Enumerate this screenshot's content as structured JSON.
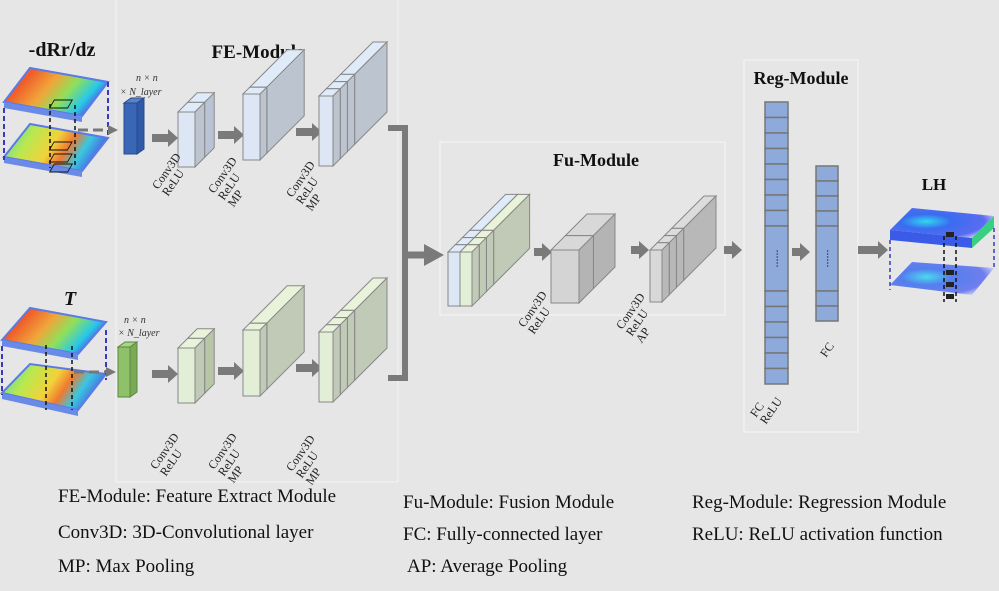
{
  "inputs": {
    "top": {
      "label": "-dRr/dz",
      "shape_label_line1": "n × n",
      "shape_label_line2": "× N_layer",
      "color": "#3a66b8"
    },
    "bottom": {
      "label": "T",
      "shape_label_line1": "n × n",
      "shape_label_line2": "× N_layer",
      "color": "#8fc06a"
    }
  },
  "output": {
    "label": "LH"
  },
  "modules": {
    "fe": {
      "title": "FE-Module",
      "top_fill": "#dce6f4",
      "bottom_fill": "#e3eed6",
      "layers": [
        {
          "lines": [
            "Conv3D",
            "ReLU"
          ]
        },
        {
          "lines": [
            "Conv3D",
            "ReLU",
            "MP"
          ]
        },
        {
          "lines": [
            "Conv3D",
            "ReLU",
            "MP"
          ]
        }
      ]
    },
    "fu": {
      "title": "Fu-Module",
      "layers": [
        {
          "lines": [
            "Conv3D",
            "ReLU"
          ]
        },
        {
          "lines": [
            "Conv3D",
            "ReLU",
            "AP"
          ]
        }
      ]
    },
    "reg": {
      "title": "Reg-Module",
      "fill": "#8eaadb",
      "layers": [
        {
          "lines": [
            "FC",
            "ReLU"
          ]
        },
        {
          "lines": [
            "FC"
          ]
        }
      ],
      "ellipsis": "......"
    }
  },
  "legend": {
    "col1": [
      "FE-Module: Feature Extract Module",
      "Conv3D: 3D-Convolutional layer",
      "MP: Max Pooling"
    ],
    "col2": [
      "Fu-Module: Fusion Module",
      "FC: Fully-connected layer",
      "AP: Average Pooling"
    ],
    "col3": [
      "Reg-Module: Regression Module",
      "ReLU: ReLU activation function"
    ]
  }
}
